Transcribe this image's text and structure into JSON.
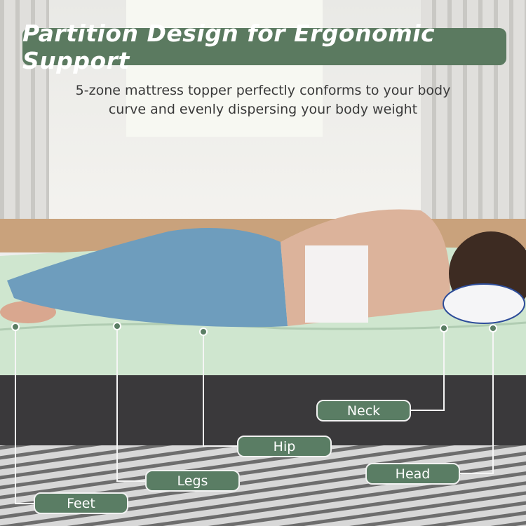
{
  "header": {
    "title": "Partition Design for Ergonomic Support"
  },
  "subtitle": {
    "line1": "5-zone mattress topper perfectly conforms to your body",
    "line2": "curve and evenly dispersing your body weight"
  },
  "zones": {
    "feet": "Feet",
    "legs": "Legs",
    "hip": "Hip",
    "neck": "Neck",
    "head": "Head"
  },
  "colors": {
    "accent": "#5a7d64",
    "topper": "#cfe6cf",
    "base": "#3a393b"
  }
}
